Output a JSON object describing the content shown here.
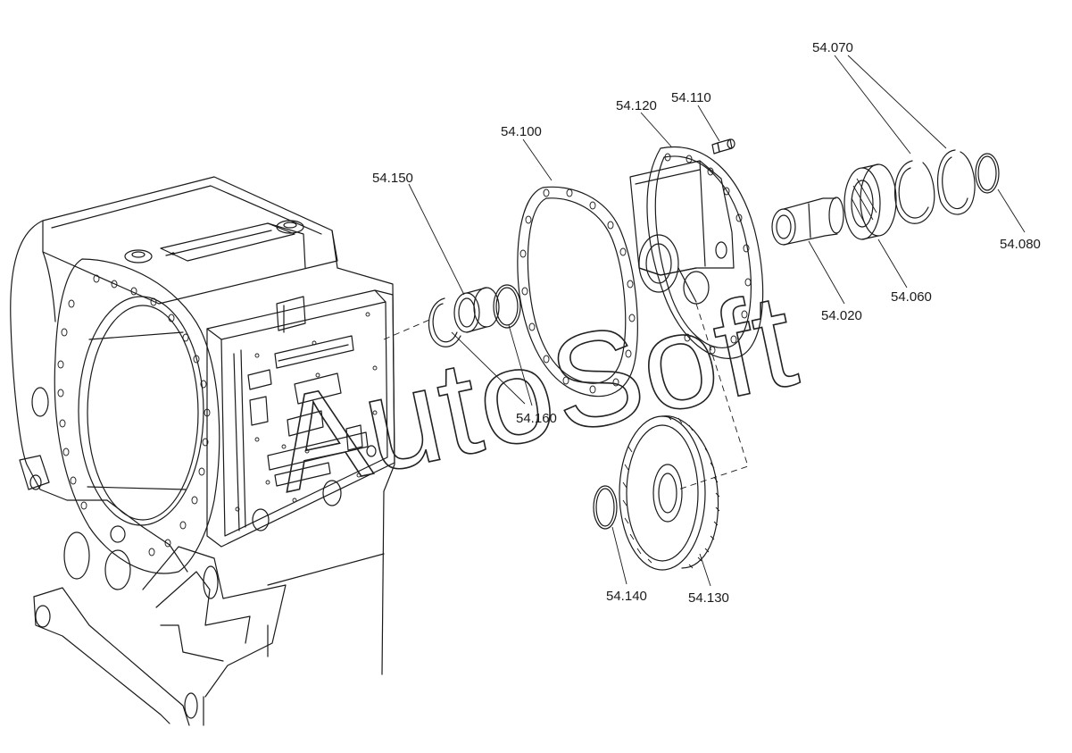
{
  "watermark": "AutoSoft",
  "callouts": [
    {
      "id": "c-54070",
      "label": "54.070"
    },
    {
      "id": "c-54110",
      "label": "54.110"
    },
    {
      "id": "c-54120",
      "label": "54.120"
    },
    {
      "id": "c-54100",
      "label": "54.100"
    },
    {
      "id": "c-54150",
      "label": "54.150"
    },
    {
      "id": "c-54080",
      "label": "54.080"
    },
    {
      "id": "c-54060",
      "label": "54.060"
    },
    {
      "id": "c-54020",
      "label": "54.020"
    },
    {
      "id": "c-54160",
      "label": "54.160"
    },
    {
      "id": "c-54140",
      "label": "54.140"
    },
    {
      "id": "c-54130",
      "label": "54.130"
    }
  ],
  "colors": {
    "line": "#1a1a1a",
    "background": "#ffffff"
  }
}
